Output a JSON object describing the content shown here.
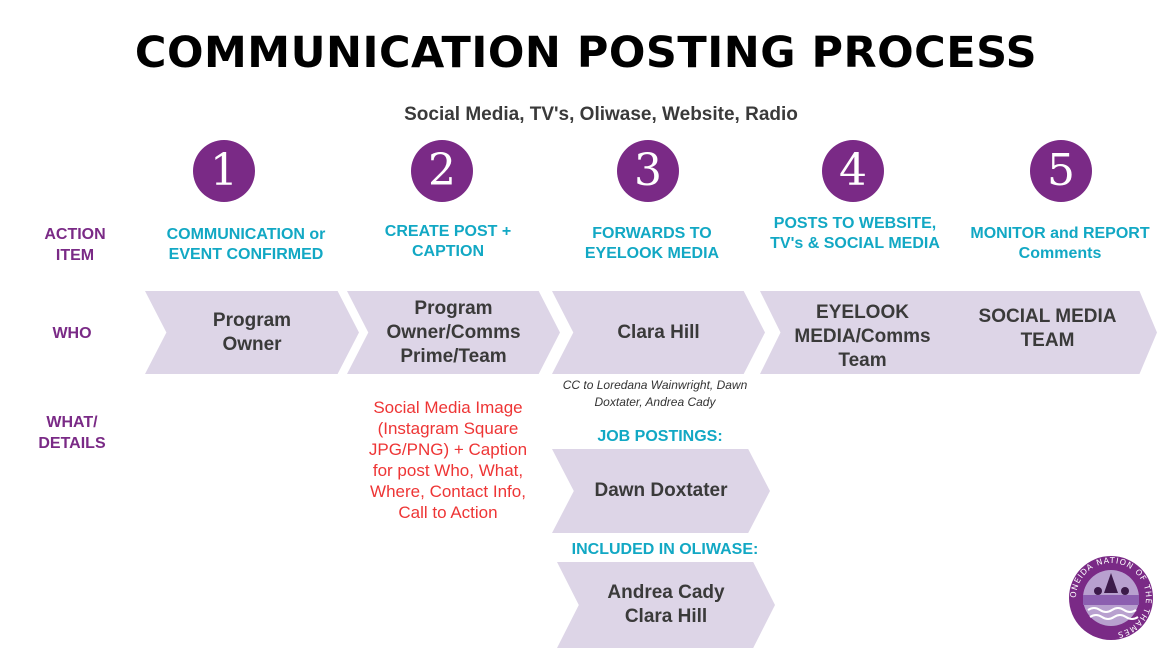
{
  "title": "COMMUNICATION POSTING PROCESS",
  "subtitle": "Social Media, TV's, Oliwase, Website, Radio",
  "row_labels": {
    "action": "ACTION ITEM",
    "who": "WHO",
    "what": "WHAT/ DETAILS"
  },
  "steps": [
    {
      "number": "1",
      "action": "COMMUNICATION or EVENT CONFIRMED",
      "who": "Program Owner"
    },
    {
      "number": "2",
      "action": "CREATE POST + CAPTION",
      "who": "Program Owner/Comms Prime/Team"
    },
    {
      "number": "3",
      "action": "FORWARDS TO EYELOOK MEDIA",
      "who": "Clara Hill"
    },
    {
      "number": "4",
      "action": "POSTS TO WEBSITE, TV's & SOCIAL MEDIA",
      "who": "EYELOOK MEDIA/Comms Team"
    },
    {
      "number": "5",
      "action": "MONITOR and REPORT Comments",
      "who": "SOCIAL MEDIA TEAM"
    }
  ],
  "step3": {
    "cc": "CC to Loredana Wainwright, Dawn Doxtater, Andrea Cady",
    "job_postings": {
      "heading": "JOB POSTINGS:",
      "who": "Dawn Doxtater"
    },
    "oliwase": {
      "heading": "INCLUDED IN OLIWASE:",
      "who": "Andrea Cady Clara Hill"
    }
  },
  "step2_details": "Social Media Image (Instagram Square JPG/PNG) + Caption for post Who, What, Where, Contact Info, Call to Action",
  "logo": {
    "text": "ONEIDA NATION OF THE THAMES",
    "colors": {
      "ring": "#7a2a86",
      "fill": "#b8a0cf"
    }
  },
  "colors": {
    "purple": "#7a2a86",
    "teal": "#12a8c4",
    "chevron": "#ddd5e7",
    "red": "#ee3535"
  }
}
